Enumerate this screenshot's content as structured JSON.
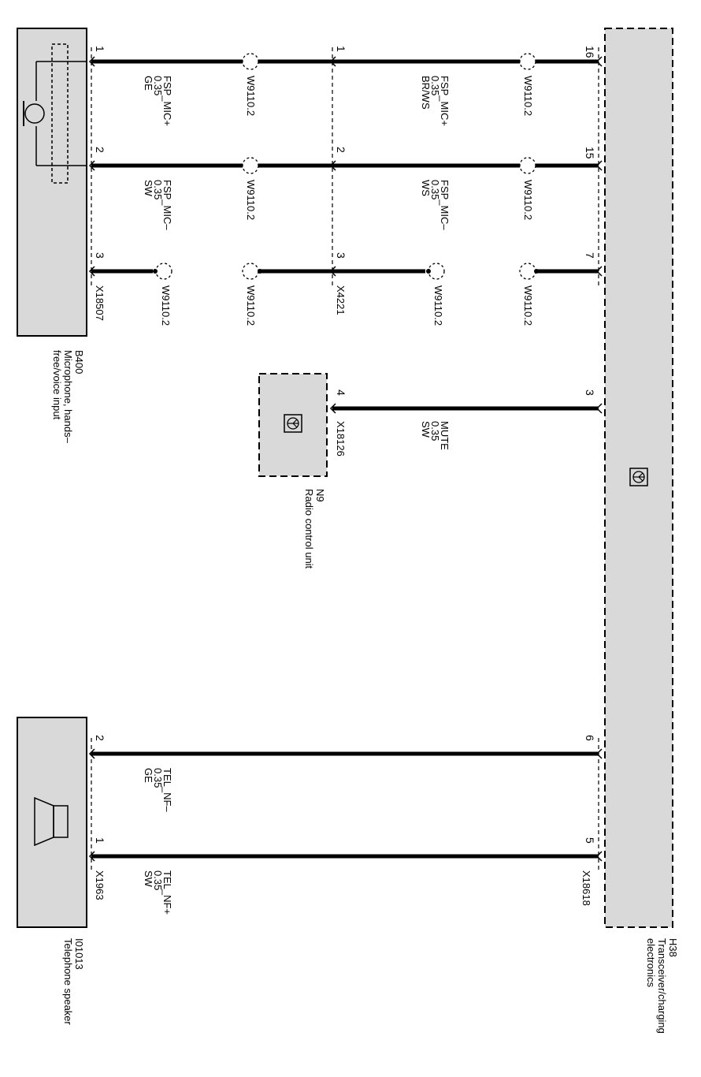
{
  "components": {
    "h38": {
      "id": "H38",
      "name": "Transceiver/charging electronics",
      "name_l1": "Transceiver/charging",
      "name_l2": "electronics",
      "connector": "X18618"
    },
    "b400": {
      "id": "B400",
      "name": "Microphone, hands-free/voice input",
      "name_l1": "Microphone, hands–",
      "name_l2": "free/voice input",
      "connector": "X18507"
    },
    "n9": {
      "id": "N9",
      "name": "Radio control unit",
      "connector": "X18126"
    },
    "i01013": {
      "id": "I01013",
      "name": "Telephone speaker",
      "connector": "X1963"
    }
  },
  "intermediate_connector": "X4221",
  "pins": {
    "h38_16": "16",
    "h38_15": "15",
    "h38_7": "7",
    "h38_3": "3",
    "h38_6": "6",
    "h38_5": "5",
    "x4221_1": "1",
    "x4221_2": "2",
    "x4221_3": "3",
    "b400_1": "1",
    "b400_2": "2",
    "b400_3": "3",
    "n9_4": "4",
    "spk_2": "2",
    "spk_1": "1"
  },
  "shield": "W9110.2",
  "wires": {
    "mic_pos_upper": {
      "signal": "FSP_MIC+",
      "size": "0.35",
      "color": "BR/WS"
    },
    "mic_neg_upper": {
      "signal": "FSP_MIC–",
      "size": "0.35",
      "color": "WS"
    },
    "mic_pos_lower": {
      "signal": "FSP_MIC+",
      "size": "0.35",
      "color": "GE"
    },
    "mic_neg_lower": {
      "signal": "FSP_MIC–",
      "size": "0.35",
      "color": "SW"
    },
    "mute": {
      "signal": "MUTE",
      "size": "0.35",
      "color": "SW"
    },
    "tel_nf_neg": {
      "signal": "TEL_NF–",
      "size": "0.35",
      "color": "GE"
    },
    "tel_nf_pos": {
      "signal": "TEL_NF+",
      "size": "0.35",
      "color": "SW"
    }
  },
  "colors": {
    "component_fill": "#d9d9d9",
    "wire": "#000000"
  }
}
